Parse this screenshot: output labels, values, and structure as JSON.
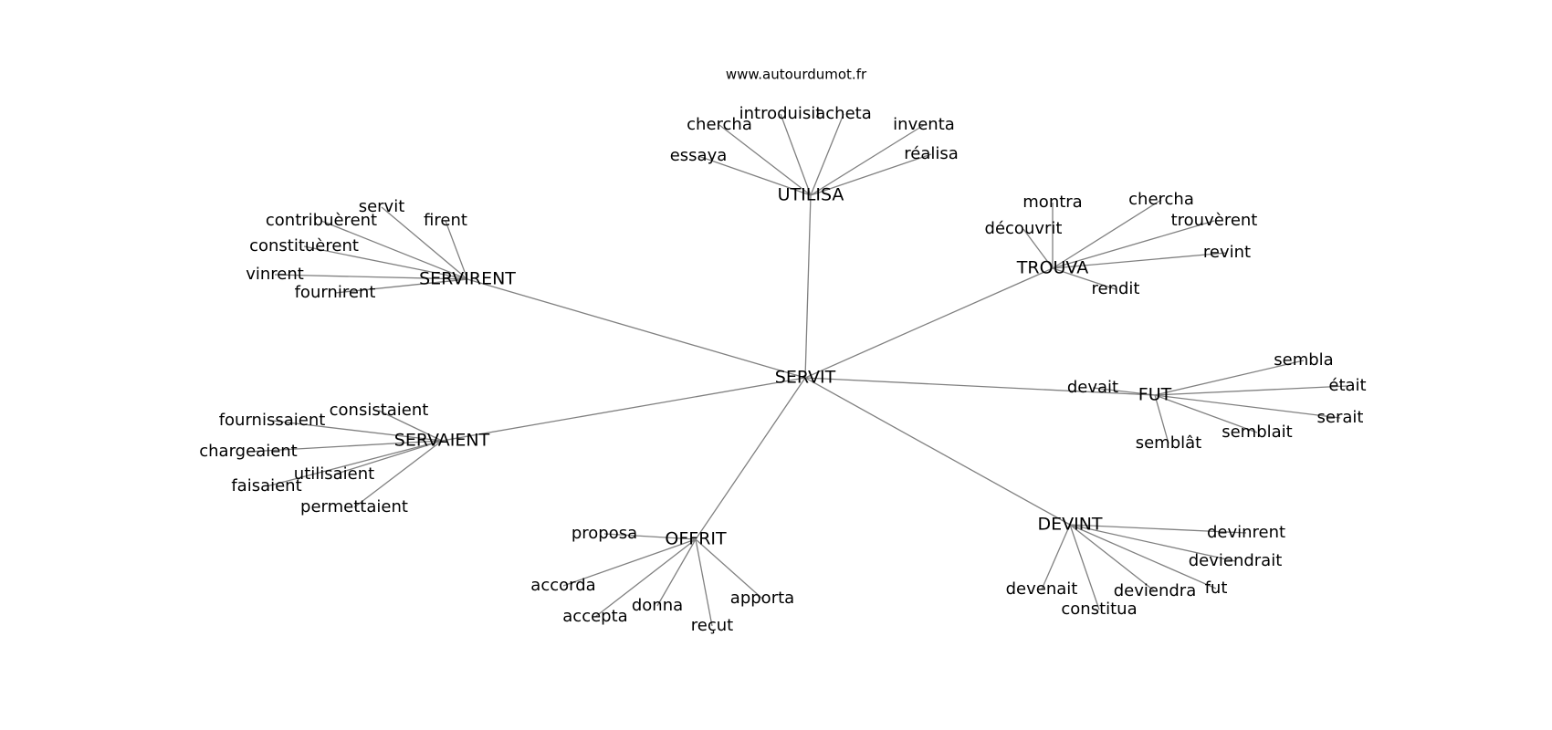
{
  "site_label": "www.autourdumot.fr",
  "graph": {
    "center": "SERVIT",
    "hubs": [
      {
        "id": "utilisa",
        "label": "UTILISA",
        "children": [
          "introduisit",
          "acheta",
          "chercha",
          "inventa",
          "réalisa",
          "essaya"
        ]
      },
      {
        "id": "servirent",
        "label": "SERVIRENT",
        "children": [
          "servit",
          "contribuèrent",
          "firent",
          "constituèrent",
          "vinrent",
          "fournirent"
        ]
      },
      {
        "id": "trouva",
        "label": "TROUVA",
        "children": [
          "montra",
          "chercha",
          "trouvèrent",
          "découvrit",
          "revint",
          "rendit"
        ]
      },
      {
        "id": "fut",
        "label": "FUT",
        "children": [
          "sembla",
          "devait",
          "était",
          "serait",
          "semblait",
          "semblât"
        ]
      },
      {
        "id": "servaient",
        "label": "SERVAIENT",
        "children": [
          "consistaient",
          "fournissaient",
          "chargeaient",
          "utilisaient",
          "faisaient",
          "permettaient"
        ]
      },
      {
        "id": "offrit",
        "label": "OFFRIT",
        "children": [
          "proposa",
          "accorda",
          "apporta",
          "donna",
          "accepta",
          "reçut"
        ]
      },
      {
        "id": "devint",
        "label": "DEVINT",
        "children": [
          "devinrent",
          "deviendrait",
          "fut",
          "devenait",
          "deviendra",
          "constitua"
        ]
      }
    ]
  }
}
